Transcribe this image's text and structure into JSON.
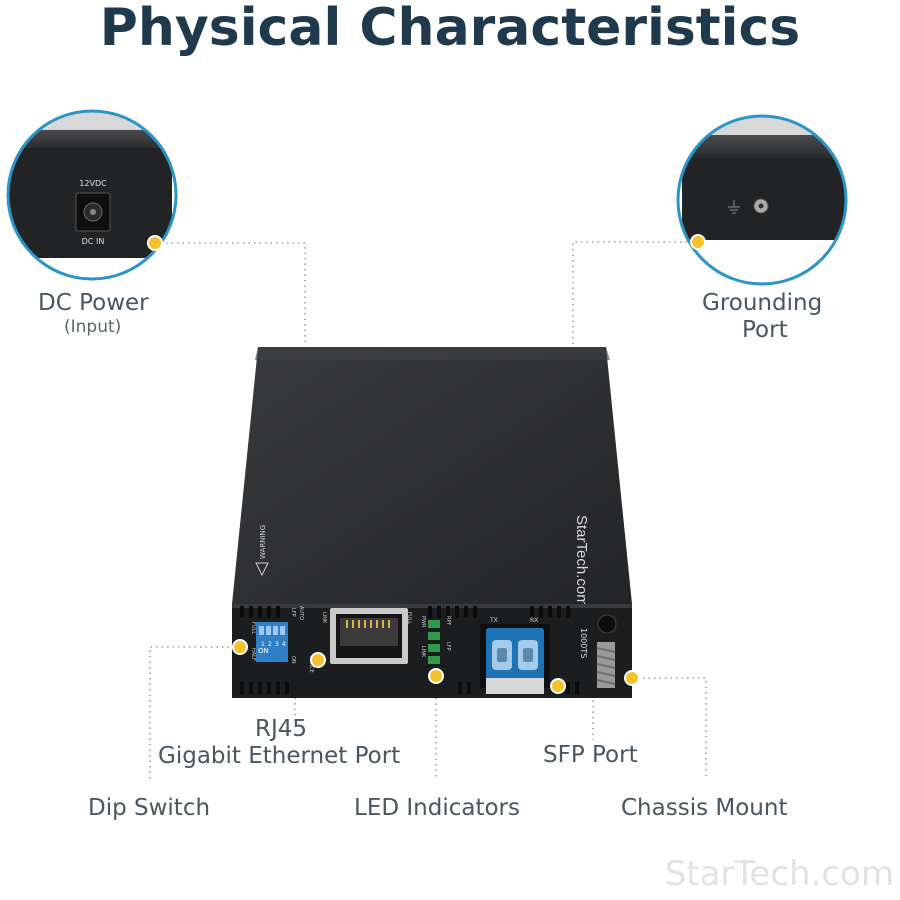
{
  "title": "Physical Characteristics",
  "callouts": {
    "dc_power": {
      "label": "DC Power",
      "sub": "(Input)"
    },
    "grounding": {
      "line1": "Grounding",
      "line2": "Port"
    },
    "rj45": {
      "line1": "RJ45",
      "line2": "Gigabit Ethernet Port"
    },
    "sfp": {
      "label": "SFP Port"
    },
    "dip": {
      "label": "Dip Switch"
    },
    "led": {
      "label": "LED Indicators"
    },
    "chassis": {
      "label": "Chassis Mount"
    }
  },
  "device_print": {
    "brand": "StarTech.com",
    "model": "1000TS",
    "power_rating": "12VDC",
    "dc_in": "DC IN",
    "warning": "WARNING",
    "dip_on": "ON",
    "dip_numbers": [
      "1",
      "2",
      "3",
      "4"
    ],
    "dip_side_left": [
      "FULL",
      "HALF"
    ],
    "dip_side_top": [
      "LFP",
      "AUTO"
    ],
    "dip_side_bottom": [
      "ON",
      "FORCE"
    ],
    "rj45_labels": [
      "LINK",
      "FULL"
    ],
    "led_labels": [
      "PWR",
      "LINK",
      "RPF",
      "LFP"
    ],
    "sfp_labels": [
      "TX",
      "RX"
    ]
  },
  "watermark": "StarTech.com",
  "colors": {
    "title": "#1f3a4d",
    "accent_dot": "#f6c22b",
    "circle_border": "#2b95c8",
    "device_body": "#2a2b2d",
    "led_green": "#2f9a4a",
    "sfp_blue": "#1e73b6"
  }
}
